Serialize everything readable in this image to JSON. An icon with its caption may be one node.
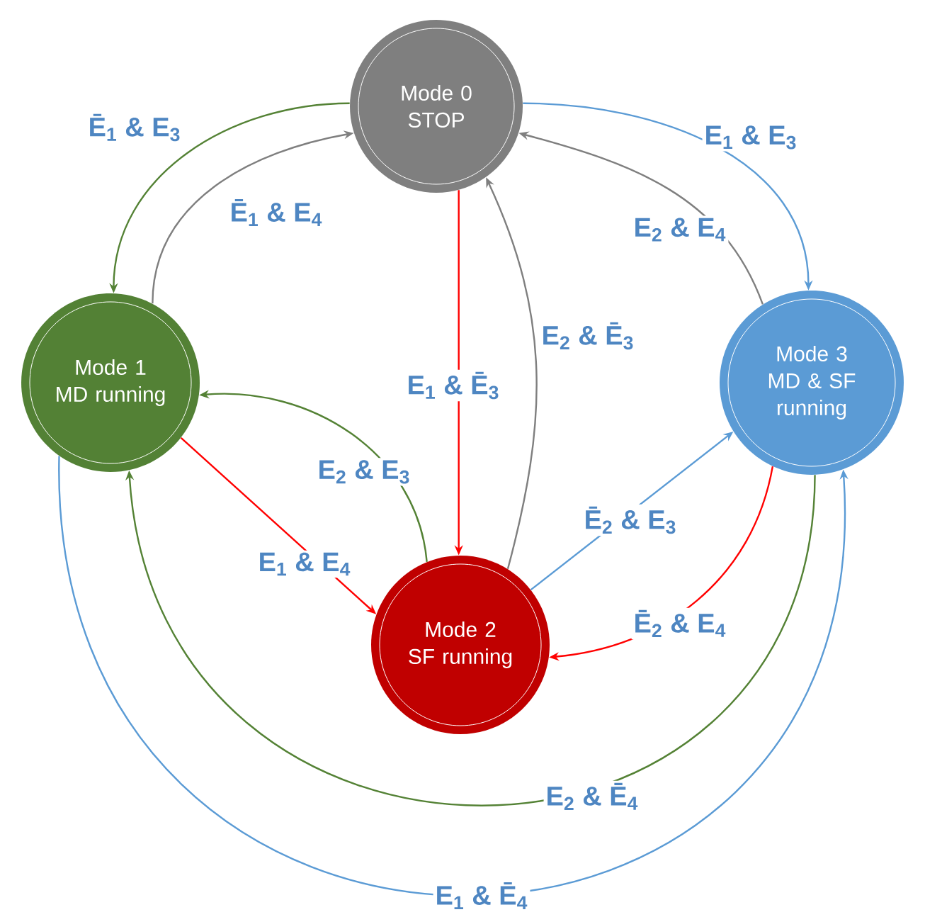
{
  "diagram": {
    "nodes": [
      {
        "text": [
          "Mode 0 STOP"
        ]
      },
      {
        "text": [
          "Mode 1 MD running"
        ]
      },
      {
        "text": [
          "Mode 2 SF running"
        ]
      },
      {
        "text": [
          "Mode 3 MD & SF running"
        ]
      }
    ],
    "edges": [
      {
        "from": 0,
        "to": 1,
        "arrow": "to",
        "label": "Ē$_{1}$ & E$_{3}$",
        "color": "#548235"
      },
      {
        "from": 1,
        "to": 0,
        "arrow": "to",
        "label": "Ē$_{1}$ & E$_{4}$",
        "color": "#7f7f7f"
      },
      {
        "from": 0,
        "to": 3,
        "arrow": "to",
        "label": "E$_{1}$ & E$_{3}$",
        "color": "#5b9bd5"
      },
      {
        "from": 3,
        "to": 0,
        "arrow": "to",
        "label": "E$_{2}$ & E$_{4}$",
        "color": "#7f7f7f"
      },
      {
        "from": 0,
        "to": 2,
        "arrow": "to",
        "label": "E$_{1}$ & Ē$_{3}$",
        "color": "#ff0000"
      },
      {
        "from": 2,
        "to": 0,
        "arrow": "to",
        "label": "E$_{2}$ & Ē$_{3}$",
        "color": "#7f7f7f"
      },
      {
        "from": 1,
        "to": 2,
        "arrow": "to",
        "label": "E$_{1}$ & E$_{4}$",
        "color": "#ff0000"
      },
      {
        "from": 2,
        "to": 1,
        "arrow": "to",
        "label": "E$_{2}$ & E$_{3}$",
        "color": "#548235"
      },
      {
        "from": 2,
        "to": 3,
        "arrow": "to",
        "label": "Ē$_{2}$ & E$_{3}$",
        "color": "#5b9bd5"
      },
      {
        "from": 3,
        "to": 2,
        "arrow": "to",
        "label": "Ē$_{2}$ & E$_{4}$",
        "color": "#ff0000"
      },
      {
        "from": 3,
        "to": 1,
        "arrow": "to",
        "label": "E$_{2}$ & Ē$_{4}$",
        "color": "#548235"
      },
      {
        "from": 1,
        "to": 3,
        "arrow": "to",
        "label": "E$_{1}$ & Ē$_{4}$",
        "color": "#5b9bd5"
      }
    ]
  }
}
